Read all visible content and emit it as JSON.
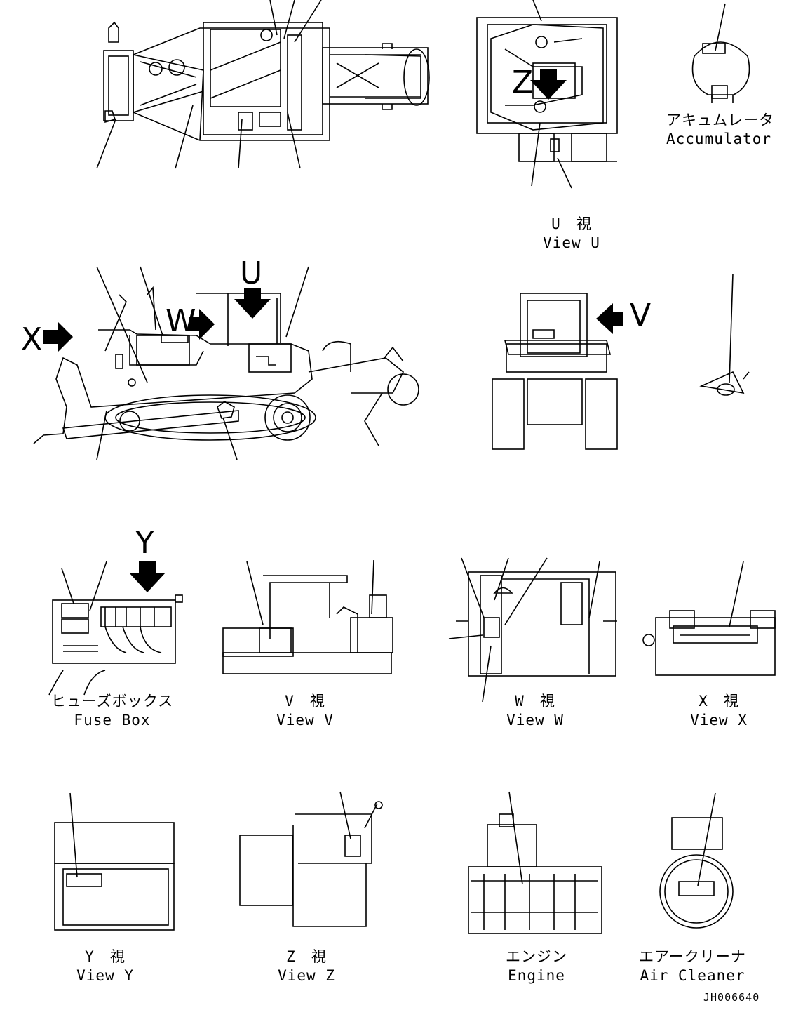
{
  "view_letters": {
    "x": "X",
    "w": "W",
    "u": "U",
    "v": "V",
    "y": "Y",
    "z": "Z"
  },
  "captions": {
    "accumulator": {
      "jp": "アキュムレータ",
      "en": "Accumulator"
    },
    "view_u": {
      "jp": "U　視",
      "en": "View U"
    },
    "fuse_box": {
      "jp": "ヒューズボックス",
      "en": "Fuse Box"
    },
    "view_v": {
      "jp": "V　視",
      "en": "View V"
    },
    "view_w": {
      "jp": "W　視",
      "en": "View W"
    },
    "view_x": {
      "jp": "X　視",
      "en": "View X"
    },
    "view_y": {
      "jp": "Y　視",
      "en": "View Y"
    },
    "view_z": {
      "jp": "Z　視",
      "en": "View Z"
    },
    "engine": {
      "jp": "エンジン",
      "en": "Engine"
    },
    "air_cleaner": {
      "jp": "エアークリーナ",
      "en": "Air Cleaner"
    }
  },
  "doc_id": "JH006640"
}
